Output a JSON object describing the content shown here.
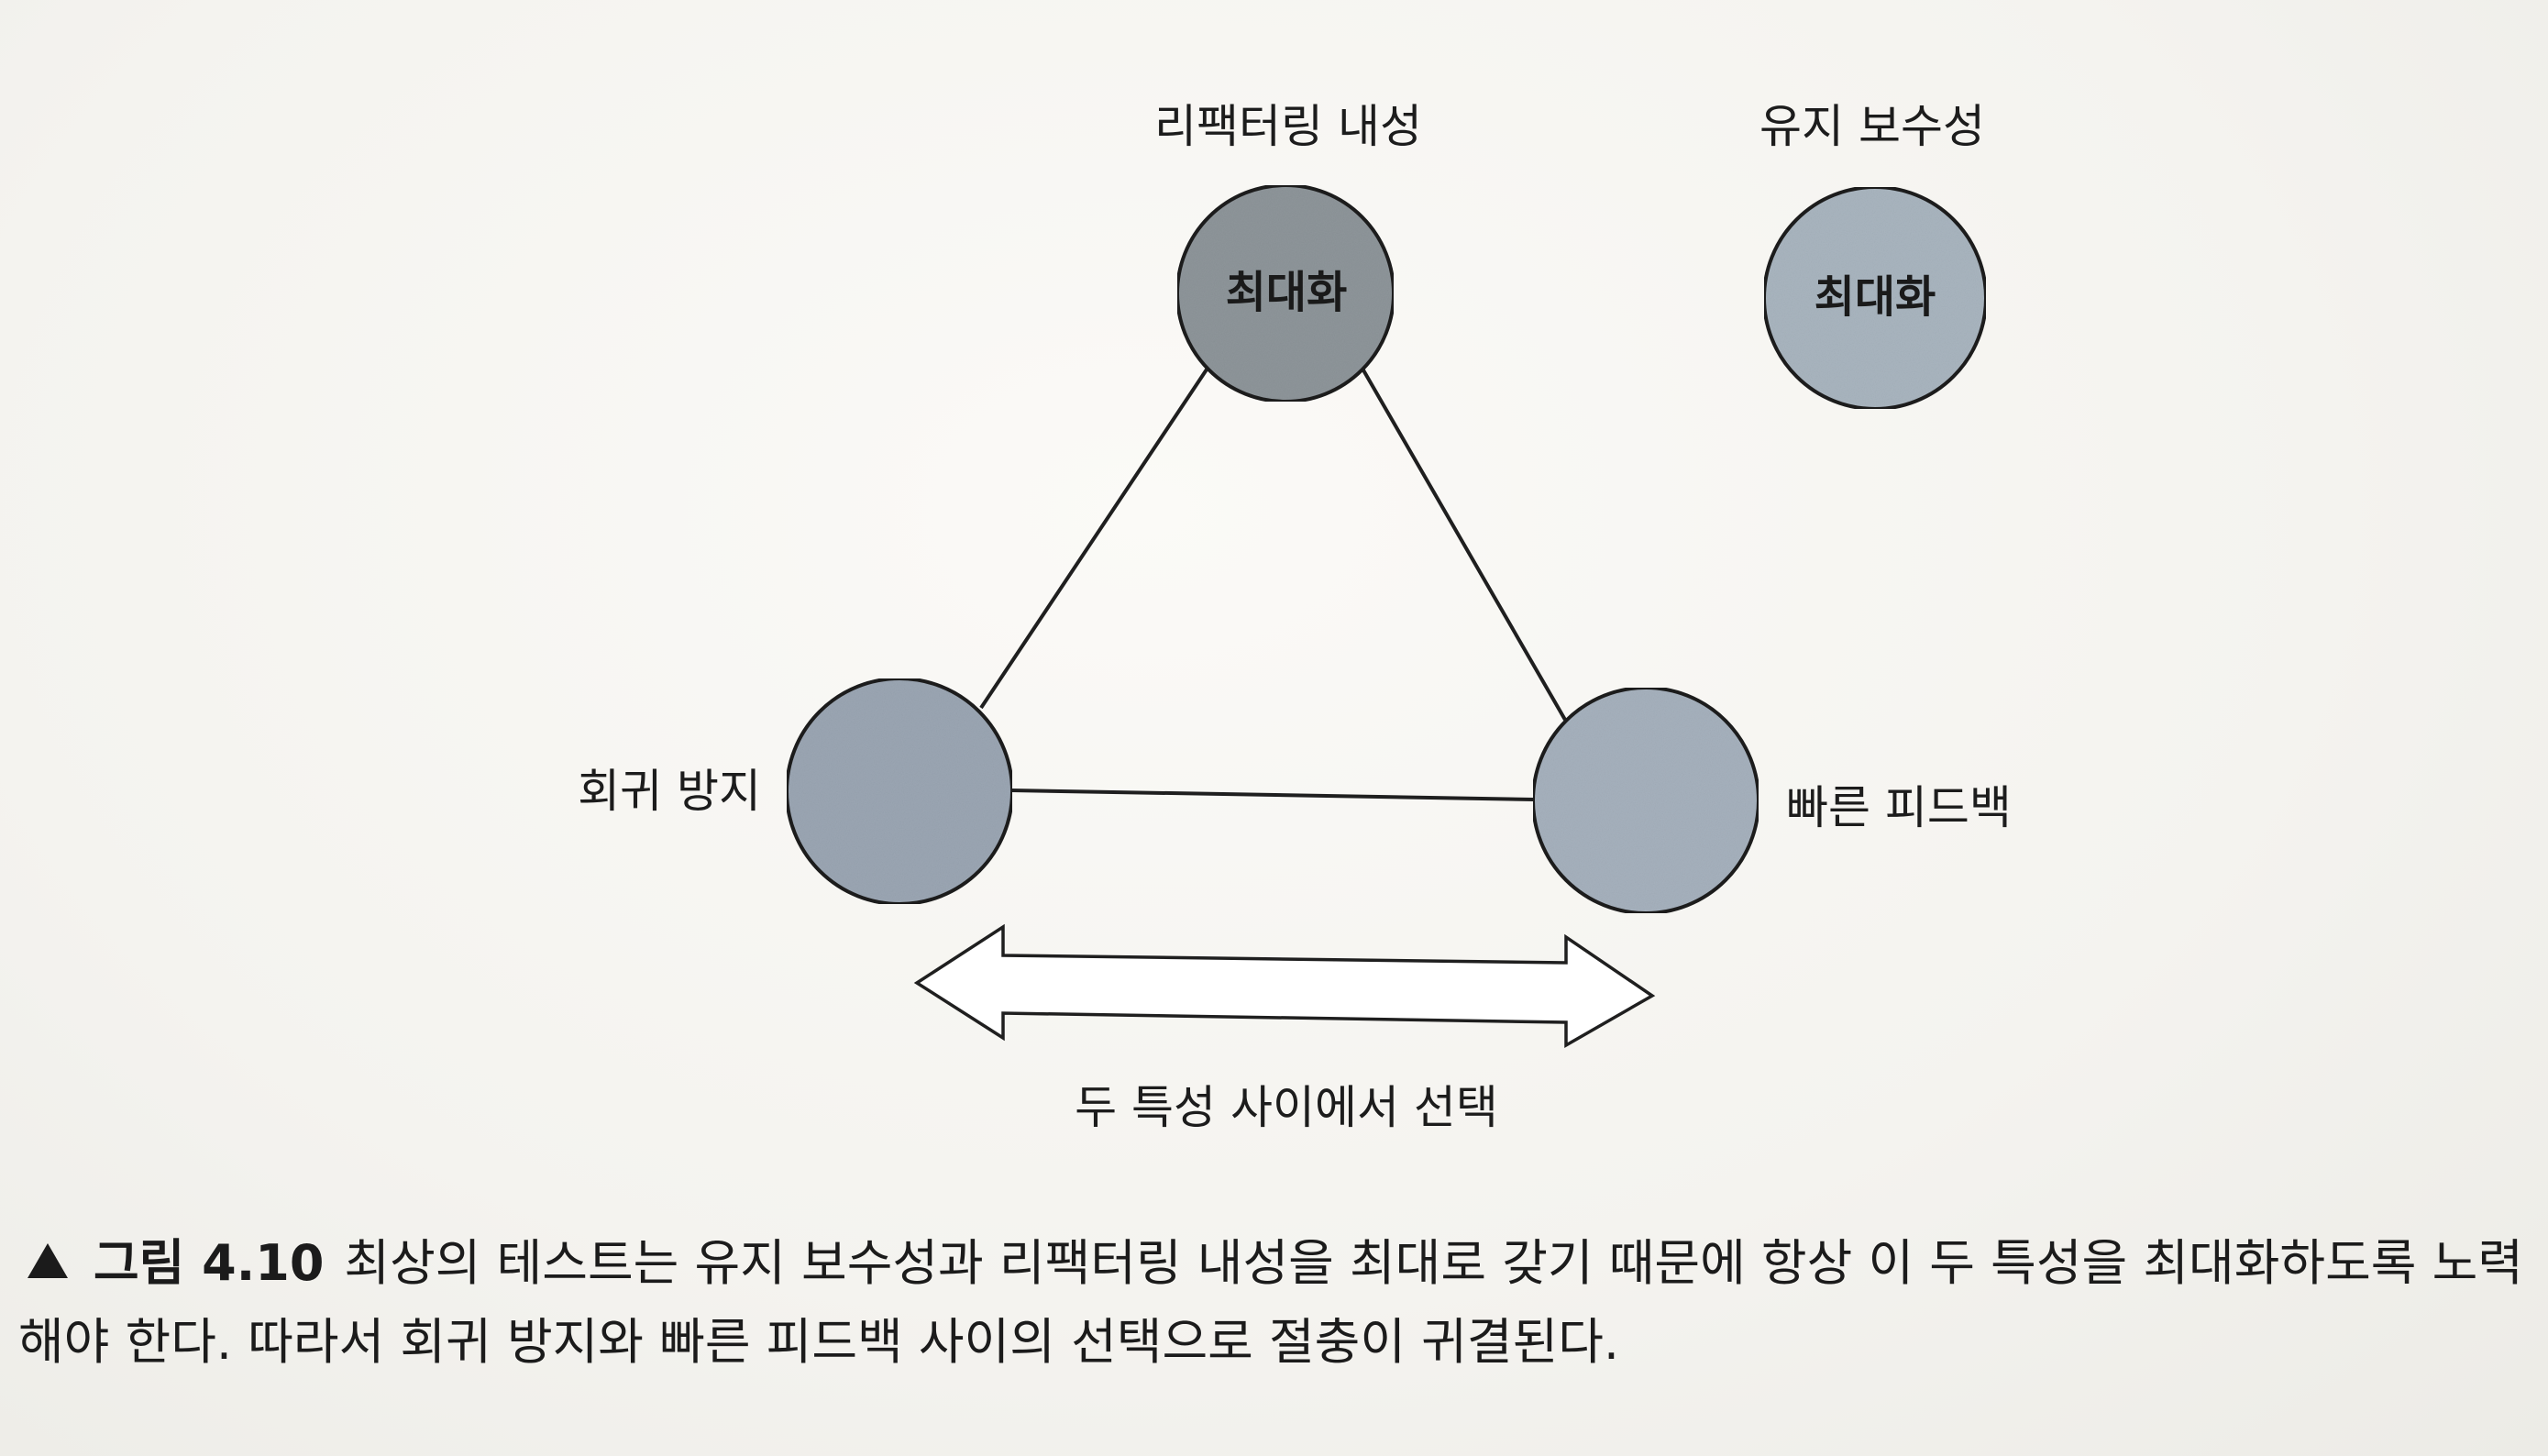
{
  "diagram": {
    "nodes": [
      {
        "id": "refactoring",
        "label": "리팩터링 내성",
        "inner": "최대화"
      },
      {
        "id": "maintainability",
        "label": "유지 보수성",
        "inner": "최대화"
      },
      {
        "id": "regression",
        "label": "회귀 방지",
        "inner": ""
      },
      {
        "id": "feedback",
        "label": "빠른 피드백",
        "inner": ""
      }
    ],
    "arrow_label": "두 특성 사이에서 선택"
  },
  "caption": {
    "figure_label": "그림 4.10",
    "text": "최상의 테스트는 유지 보수성과 리팩터링 내성을 최대로 갖기 때문에 항상 이 두 특성을 최대화하도록 노력해야 한다. 따라서 회귀 방지와 빠른 피드백 사이의 선택으로 절충이 귀결된다."
  },
  "colors": {
    "refactoring_fill": "#8e959a",
    "maintainability_fill": "#a9b5bf",
    "regression_fill": "#9ba6b3",
    "feedback_fill": "#a6b1bd",
    "stroke": "#1f1f1f"
  }
}
